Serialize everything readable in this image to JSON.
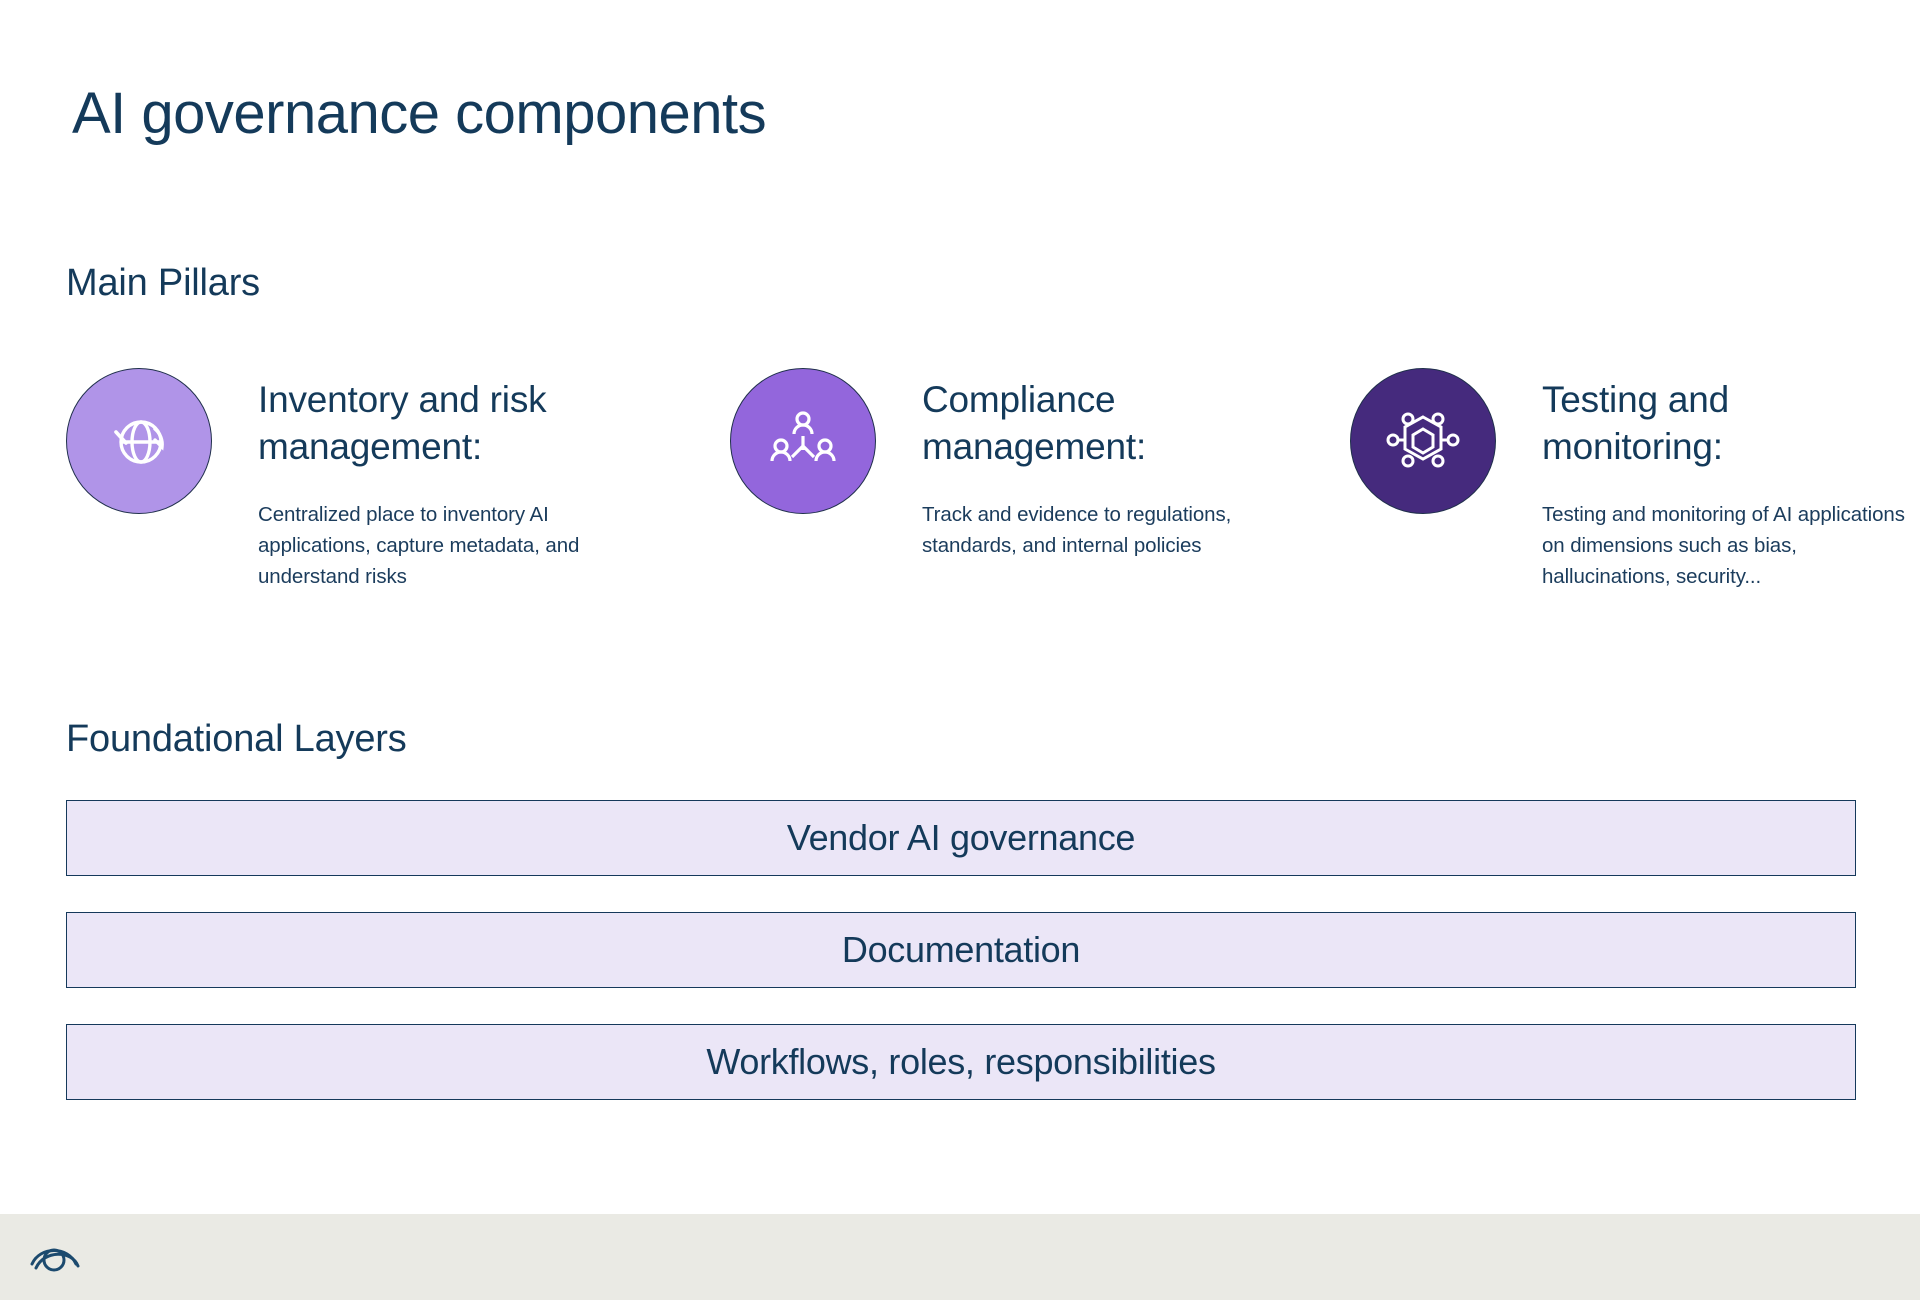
{
  "page": {
    "title": "AI governance components",
    "background_color": "#ffffff",
    "text_color": "#143A5A"
  },
  "sections": {
    "pillars_heading": "Main Pillars",
    "layers_heading": "Foundational Layers"
  },
  "pillars": [
    {
      "icon": "globe-check-icon",
      "icon_bg": "#B094E8",
      "title": "Inventory and risk management:",
      "description": "Centralized place to inventory AI applications, capture metadata, and understand risks"
    },
    {
      "icon": "people-network-icon",
      "icon_bg": "#9366DC",
      "title": "Compliance management:",
      "description": "Track and evidence to regulations, standards, and internal policies"
    },
    {
      "icon": "hexagon-nodes-icon",
      "icon_bg": "#452A7D",
      "title": "Testing and monitoring:",
      "description": "Testing and monitoring of AI applications on dimensions such as bias, hallucinations, security..."
    }
  ],
  "foundational_layers": [
    {
      "label": "Vendor AI governance"
    },
    {
      "label": "Documentation"
    },
    {
      "label": "Workflows, roles, responsibilities"
    }
  ],
  "footer": {
    "logo": "eye-loop-logo-icon",
    "background_color": "#EAEAE4"
  }
}
